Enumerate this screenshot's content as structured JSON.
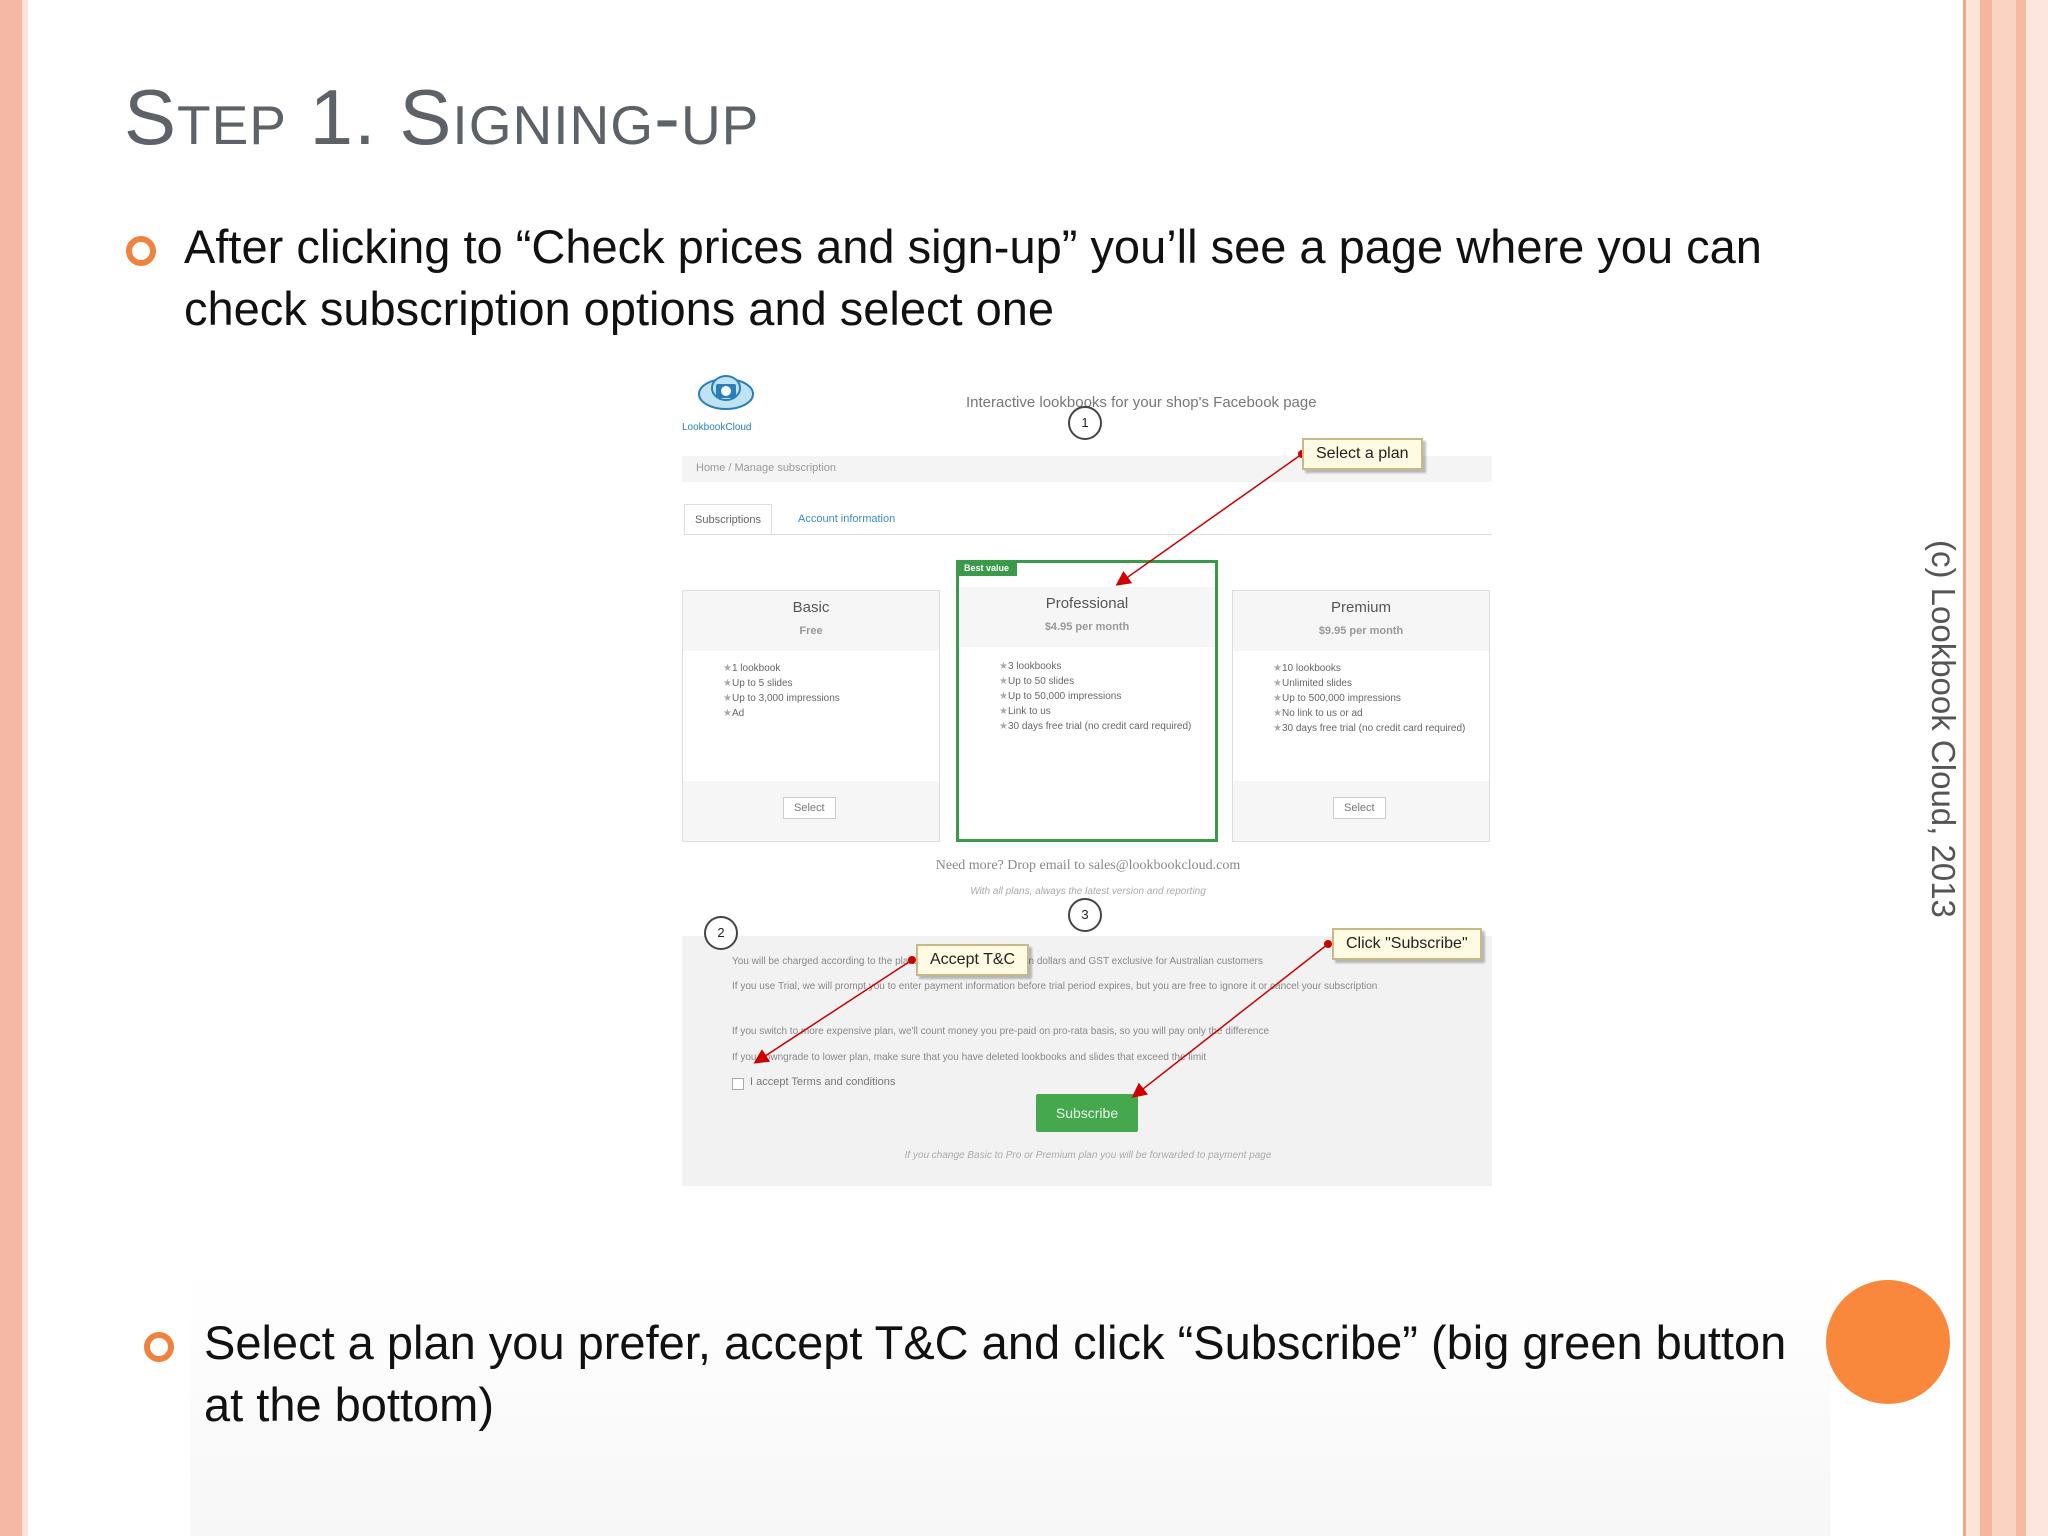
{
  "slide": {
    "title": "Step 1. Signing-up",
    "bullets": [
      "After clicking to “Check prices and sign-up” you’ll see a page where you can check subscription options and select one",
      "Select a plan you prefer, accept T&C and click “Subscribe” (big green button at the bottom)"
    ],
    "credit": "(c) Lookbook Cloud, 2013",
    "accent_color": "#f0823f"
  },
  "screenshot": {
    "logo_text": "LookbookCloud",
    "tagline": "Interactive lookbooks for your shop's Facebook page",
    "breadcrumb": "Home / Manage subscription",
    "tabs": [
      "Subscriptions",
      "Account information"
    ],
    "plans": [
      {
        "name": "Basic",
        "price": "Free",
        "features": [
          "1 lookbook",
          "Up to 5 slides",
          "Up to 3,000 impressions",
          "Ad"
        ],
        "button": "Select"
      },
      {
        "name": "Professional",
        "price": "$4.95 per month",
        "badge": "Best value",
        "features": [
          "3 lookbooks",
          "Up to 50 slides",
          "Up to 50,000 impressions",
          "Link to us",
          "30 days free trial (no credit card required)"
        ]
      },
      {
        "name": "Premium",
        "price": "$9.95 per month",
        "features": [
          "10 lookbooks",
          "Unlimited slides",
          "Up to 500,000 impressions",
          "No link to us or ad",
          "30 days free trial (no credit card required)"
        ],
        "button": "Select"
      }
    ],
    "need_more": "Need more? Drop email to sales@lookbookcloud.com",
    "need_more_sub": "With all plans, always the latest version and reporting",
    "terms_lines": [
      "You will be charged according to the plan. All prices are in Australian dollars and GST exclusive for Australian customers",
      "If you use Trial, we will prompt you to enter payment information before trial period expires, but you are free to ignore it or cancel your subscription",
      "If you switch to more expensive plan, we'll count money you pre-paid on pro-rata basis, so you will pay only the difference",
      "If you downgrade to lower plan, make sure that you have deleted lookbooks and slides that exceed the limit"
    ],
    "accept_label": "I accept Terms and conditions",
    "subscribe_label": "Subscribe",
    "footer_note": "If you change Basic to Pro or Premium plan you will be forwarded to payment page",
    "callouts": {
      "select_plan": "Select a plan",
      "accept_tc": "Accept T&C",
      "click_subscribe": "Click \"Subscribe\""
    },
    "step_numbers": [
      "1",
      "2",
      "3"
    ],
    "subscribe_color": "#45a84f",
    "arrow_color": "#cc0000"
  }
}
